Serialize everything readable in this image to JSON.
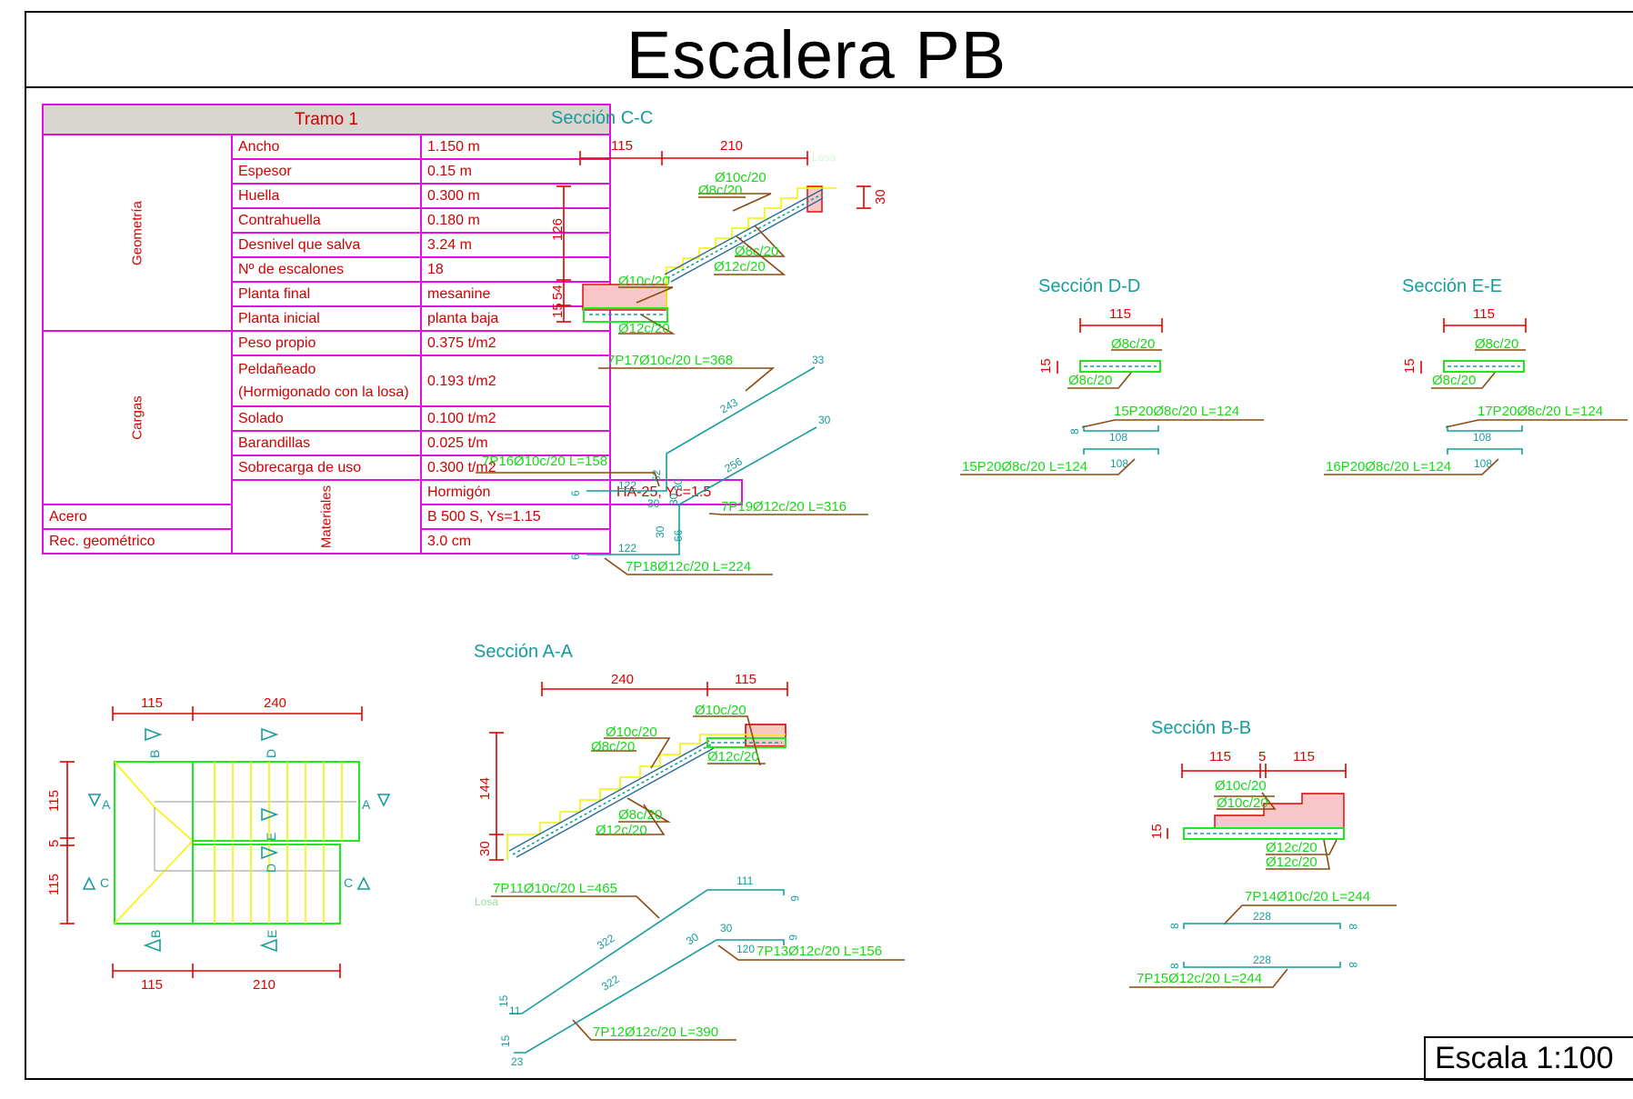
{
  "title": "Escalera PB",
  "scale_label": "Escala 1:100",
  "table": {
    "header": "Tramo 1",
    "groups": {
      "geometria": "Geometría",
      "cargas": "Cargas",
      "materiales": "Materiales"
    },
    "rows": [
      {
        "label": "Ancho",
        "value": "1.150 m"
      },
      {
        "label": "Espesor",
        "value": "0.15 m"
      },
      {
        "label": "Huella",
        "value": "0.300 m"
      },
      {
        "label": "Contrahuella",
        "value": "0.180 m"
      },
      {
        "label": "Desnivel que salva",
        "value": "3.24 m"
      },
      {
        "label": "Nº de escalones",
        "value": "18"
      },
      {
        "label": "Planta final",
        "value": "mesanine"
      },
      {
        "label": "Planta inicial",
        "value": "planta baja"
      },
      {
        "label": "Peso propio",
        "value": "0.375 t/m2"
      },
      {
        "label": "Peldañeado",
        "label2": "(Hormigonado con la losa)",
        "value": "0.193 t/m2"
      },
      {
        "label": "Solado",
        "value": "0.100 t/m2"
      },
      {
        "label": "Barandillas",
        "value": "0.025 t/m"
      },
      {
        "label": "Sobrecarga de uso",
        "value": "0.300 t/m2"
      },
      {
        "label": "Hormigón",
        "value": "HA-25, Yc=1.5"
      },
      {
        "label": "Acero",
        "value": "B 500 S, Ys=1.15"
      },
      {
        "label": "Rec. geométrico",
        "value": "3.0 cm"
      }
    ]
  },
  "sections": {
    "cc": {
      "title": "Sección C-C",
      "dims": [
        "115",
        "210",
        "30",
        "126",
        "54",
        "15"
      ],
      "losa": "Losa",
      "bars": [
        "Ø10c/20",
        "Ø8c/20",
        "Ø8c/20",
        "Ø12c/20",
        "Ø10c/20",
        "Ø12c/20"
      ],
      "schedule": {
        "p17": "7P17Ø10c/20 L=368",
        "p17_a": "33",
        "p17_b": "243",
        "p16": "7P16Ø10c/20 L=158",
        "p16_a": "122",
        "p16_b": "62",
        "p16_c": "6",
        "p19": "7P19Ø12c/20 L=316",
        "p19_a": "30",
        "p19_b": "256",
        "p19_c": "30",
        "p19_d": "30",
        "p19_e": "30",
        "p18": "7P18Ø12c/20 L=224",
        "p18_a": "122",
        "p18_b": "66",
        "p18_c": "30",
        "p18_d": "6"
      }
    },
    "dd": {
      "title": "Sección D-D",
      "dim": "115",
      "thick": "15",
      "bar_top": "Ø8c/20",
      "bar_bot": "Ø8c/20",
      "sched1": "15P20Ø8c/20 L=124",
      "sched2": "15P20Ø8c/20 L=124",
      "len": "108",
      "hook": "8"
    },
    "ee": {
      "title": "Sección E-E",
      "dim": "115",
      "thick": "15",
      "bar_top": "Ø8c/20",
      "bar_bot": "Ø8c/20",
      "sched1": "17P20Ø8c/20 L=124",
      "sched2": "16P20Ø8c/20 L=124",
      "len": "108",
      "hook": "8"
    },
    "aa": {
      "title": "Sección A-A",
      "dims": [
        "240",
        "115",
        "144",
        "30"
      ],
      "losa": "Losa",
      "bars": [
        "Ø10c/20",
        "Ø10c/20",
        "Ø8c/20",
        "Ø12c/20",
        "Ø8c/20",
        "Ø12c/20"
      ],
      "schedule": {
        "p11": "7P11Ø10c/20 L=465",
        "p11_a": "111",
        "p11_b": "6",
        "p11_c": "322",
        "p11_d": "15",
        "p11_e": "11",
        "p13": "7P13Ø12c/20 L=156",
        "p13_a": "30",
        "p13_b": "30",
        "p13_c": "120",
        "p13_d": "6",
        "p12": "7P12Ø12c/20 L=390",
        "p12_a": "322",
        "p12_b": "15",
        "p12_c": "23"
      }
    },
    "bb": {
      "title": "Sección B-B",
      "dims": [
        "115",
        "5",
        "115",
        "15"
      ],
      "bars": [
        "Ø10c/20",
        "Ø10c/20",
        "Ø12c/20",
        "Ø12c/20"
      ],
      "sched1": "7P14Ø10c/20 L=244",
      "sched2": "7P15Ø12c/20 L=244",
      "len": "228",
      "hook": "8"
    }
  },
  "plan": {
    "top_dims": [
      "115",
      "240"
    ],
    "bottom_dims": [
      "115",
      "210"
    ],
    "left_dims": [
      "115",
      "5",
      "115"
    ],
    "markers": [
      "B",
      "D",
      "A",
      "A",
      "C",
      "C",
      "D",
      "E",
      "B",
      "E"
    ]
  }
}
